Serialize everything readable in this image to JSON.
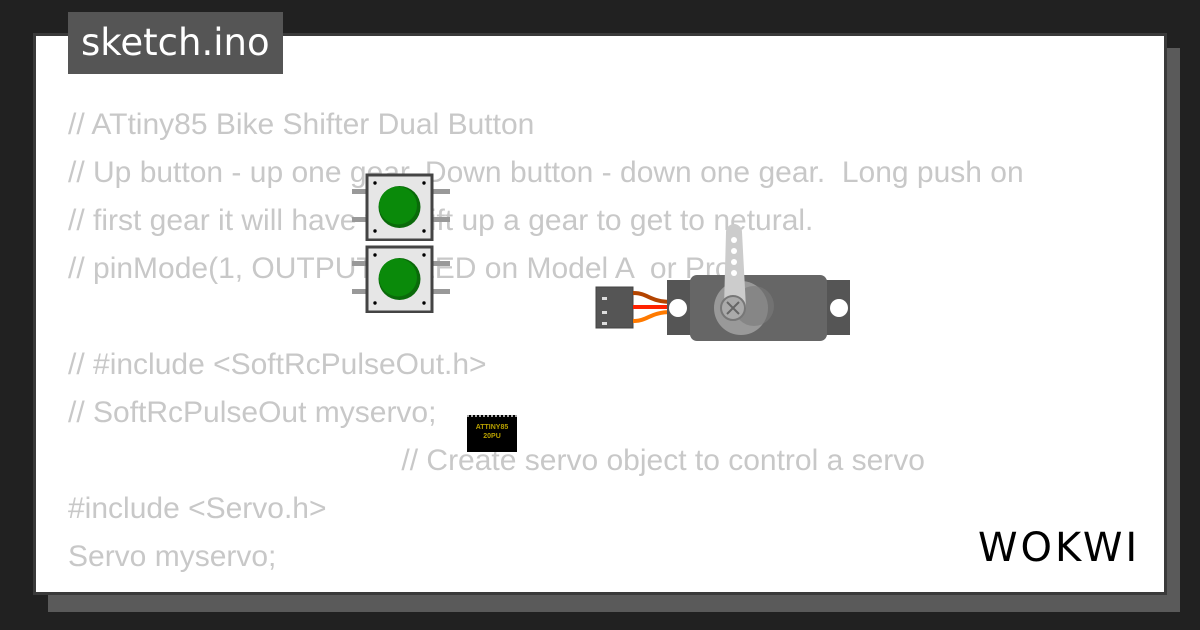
{
  "title": "sketch.ino",
  "code_lines": [
    "// ATtiny85 Bike Shifter Dual Button",
    "// Up button - up one gear, Down button - down one gear.  Long push on",
    "// first gear it will have to shift up a gear to get to netural.",
    "// pinMode(1, OUTPUT); //LED on Model A  or Pro",
    "",
    "// #include <SoftRcPulseOut.h>",
    "// SoftRcPulseOut myservo;",
    "                                        // Create servo object to control a servo",
    "#include <Servo.h>",
    "Servo myservo;"
  ],
  "chip": {
    "line1": "ATTINY85",
    "line2": "20PU"
  },
  "logo": "WOKWI",
  "colors": {
    "button": "#0a8a0a",
    "wire_brown": "#b34400",
    "wire_red": "#ff2200",
    "wire_orange": "#ff7a00",
    "chip_text": "#b8a000"
  }
}
